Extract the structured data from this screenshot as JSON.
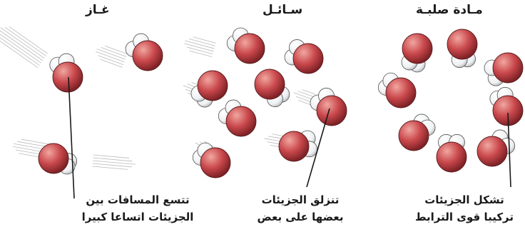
{
  "panels": [
    {
      "id": "solid",
      "title": "مـادة صلبـة",
      "caption": [
        "تشكل الجزيئات",
        "تركيبا قوى الترابط"
      ]
    },
    {
      "id": "liquid",
      "title": "سـائـل",
      "caption": [
        "تنزلق الجزيئات",
        "بعضها على بعض"
      ]
    },
    {
      "id": "gas",
      "title": "غـاز",
      "caption": [
        "تتسع المسافات بين",
        "الجزيئات اتساعا كبيرا"
      ]
    }
  ],
  "colors": {
    "oxygen": "#c9484c",
    "hydrogen": "#ffffff",
    "ink": "#1a1a1a",
    "motion": "#b9b9b9"
  }
}
